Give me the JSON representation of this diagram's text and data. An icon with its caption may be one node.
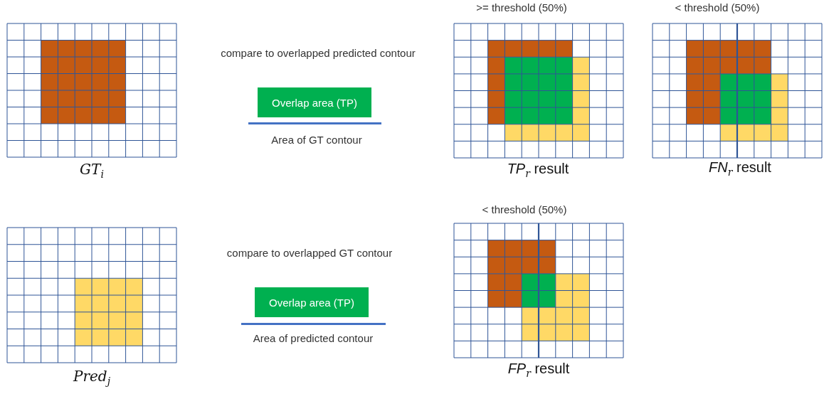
{
  "diagram": {
    "nodes": [
      {
        "text": [
          "Overlap area (TP)"
        ]
      },
      {
        "text": [
          "Overlap area (TP)"
        ]
      }
    ],
    "labels": [
      ">= threshold (50%)",
      "< threshold (50%)",
      "compare to overlapped predicted contour",
      "Area of GT contour",
      "GT$_{i}$",
      "*TP*$_{r}$ result",
      "*FN*$_{r}$ result",
      "< threshold (50%)",
      "compare to overlapped GT contour",
      "Area of predicted contour",
      "Pred$_{j}$",
      "*FP*$_{r}$ result"
    ]
  }
}
